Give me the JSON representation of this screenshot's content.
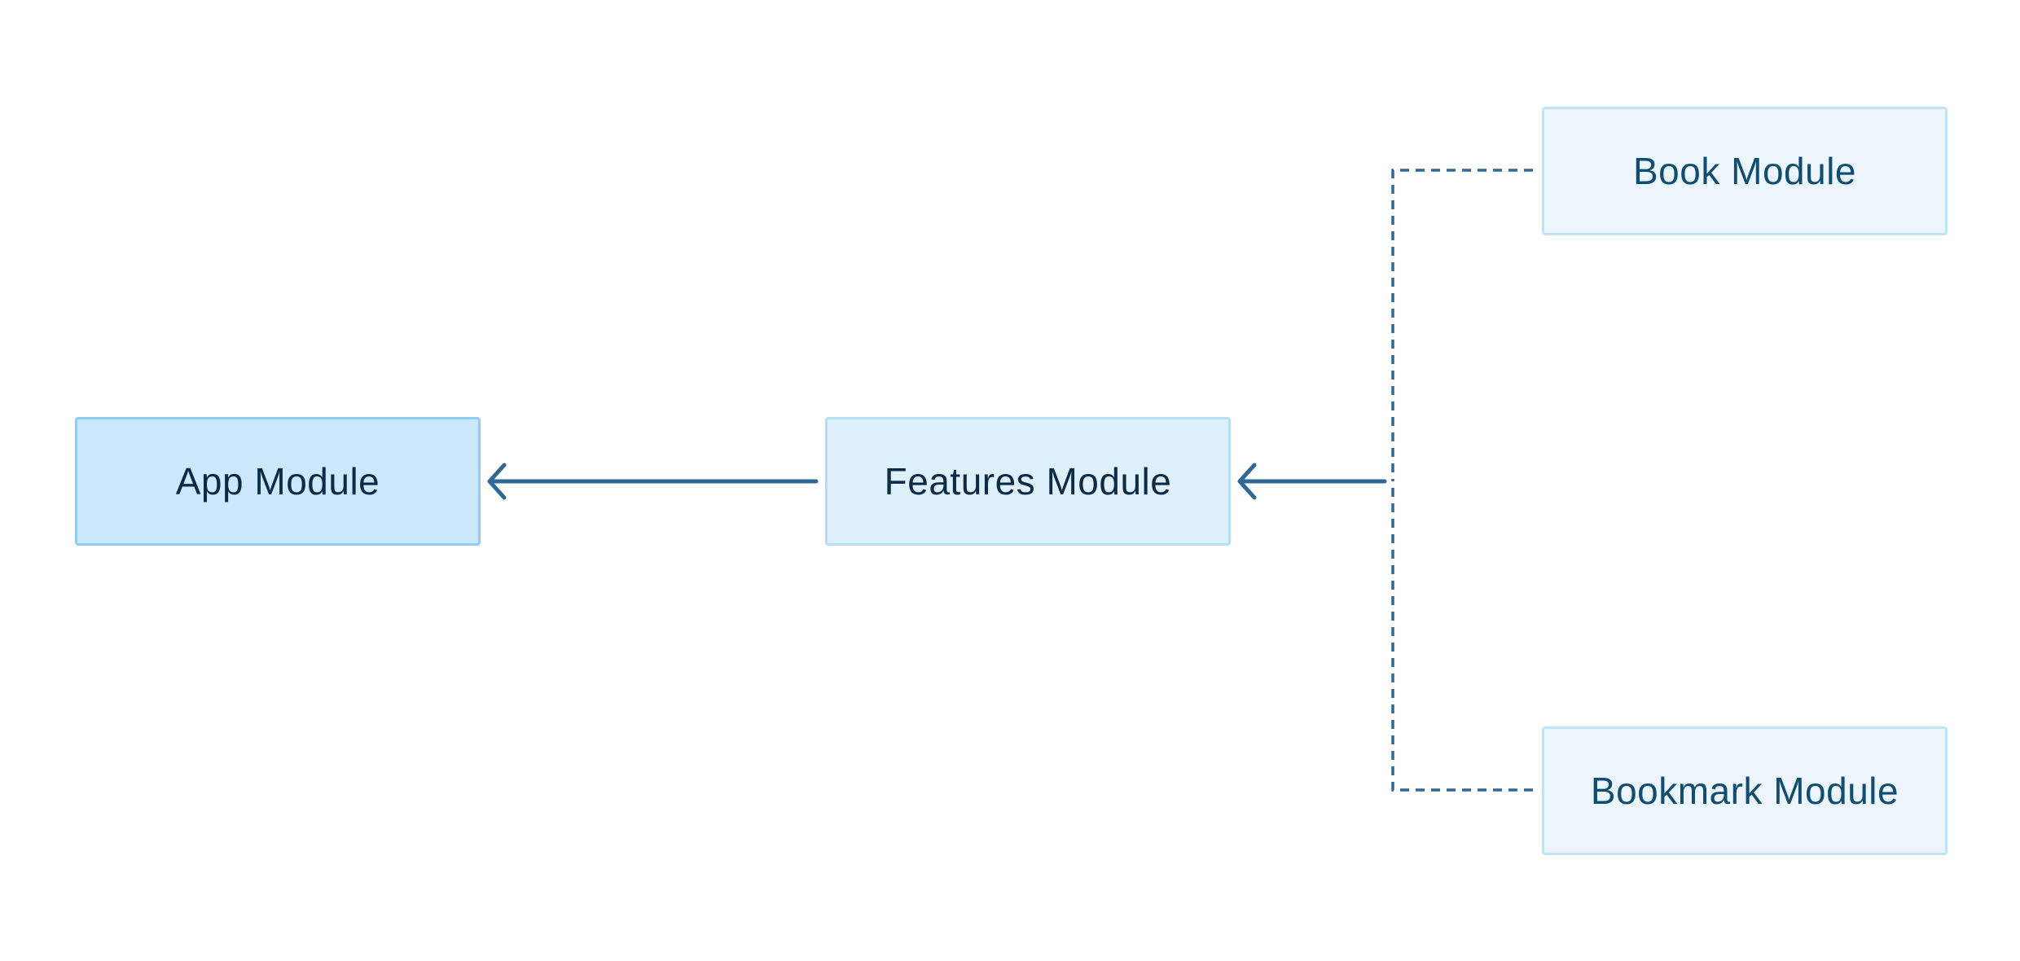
{
  "diagram": {
    "nodes": {
      "app": "App Module",
      "features": "Features Module",
      "book": "Book Module",
      "bookmark": "Bookmark Module"
    },
    "edges": [
      {
        "from": "features",
        "to": "app",
        "style": "solid",
        "arrow": true
      },
      {
        "from": "book",
        "to": "features",
        "style": "dashed",
        "arrow": true
      },
      {
        "from": "bookmark",
        "to": "features",
        "style": "dashed",
        "arrow": true
      }
    ],
    "colors": {
      "edge": "#2f6796",
      "app_fill": "#cce8fc",
      "features_fill": "#ddf0fc",
      "leaf_fill": "#ecf5fc"
    }
  }
}
